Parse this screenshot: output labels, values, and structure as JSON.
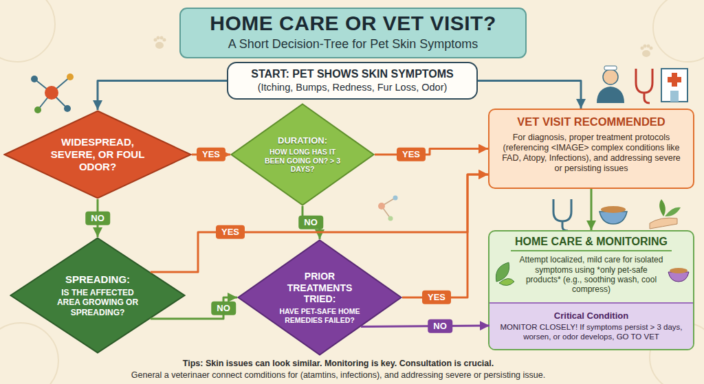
{
  "diagram": {
    "title": "HOME CARE OR VET VISIT?",
    "nodes": [
      {
        "text": [
          "START: PET SHOWS SKIN SYMPTOMS",
          "(Itching, Bumps, Redness, Fur Loss, Odor)"
        ]
      },
      {
        "text": [
          "WIDESPREAD, SEVERE, OR FOUL ODOR?"
        ]
      },
      {
        "text": [
          "DURATION:",
          "HOW LONG HAS IT BEEN GOING ON? > 3 DAYS?"
        ]
      },
      {
        "text": [
          "VET VISIT RECOMMENDED",
          "For diagnosis, proper treatment protocols (referencing <IMAGE> complex conditions like FAD, Atopy, Infections), and addressing severe or persisting issues"
        ]
      },
      {
        "text": [
          "SPREADING:",
          "IS THE AFFECTED AREA GROWING OR SPREADING?"
        ]
      },
      {
        "text": [
          "PRIOR TREATMENTS TRIED:",
          "HAVE PET-SAFE HOME REMEDIES FAILED?"
        ]
      },
      {
        "text": [
          "HOME CARE & MONITORING",
          "Attempt localized, mild care for isolated symptoms using *only pet-safe products* (e.g., soothing wash, cool compress)"
        ]
      },
      {
        "text": [
          "Critical Condition",
          "MONITOR CLOSELY! If symptoms persist > 3 days, worsen, or odor develops, GO TO VET"
        ],
        "in": 6
      }
    ],
    "edges": [
      {
        "from": 0,
        "to": 1,
        "arrow": "to"
      },
      {
        "from": 0,
        "to": 3,
        "arrow": "to"
      },
      {
        "from": 1,
        "to": 2,
        "label": "YES",
        "arrow": "to"
      },
      {
        "from": 2,
        "to": 3,
        "label": "YES",
        "arrow": "to"
      },
      {
        "from": 1,
        "to": 4,
        "label": "NO",
        "arrow": "to"
      },
      {
        "from": 2,
        "to": 5,
        "label": "NO",
        "arrow": "to"
      },
      {
        "from": 4,
        "to": 3,
        "label": "YES",
        "arrow": "to"
      },
      {
        "from": 4,
        "to": 5,
        "label": "NO",
        "arrow": "to"
      },
      {
        "from": 5,
        "to": 3,
        "label": "YES",
        "arrow": "to"
      },
      {
        "from": 5,
        "to": 7,
        "label": "NO",
        "arrow": "to"
      },
      {
        "from": 3,
        "to": 6,
        "arrow": "to"
      }
    ],
    "labels": [
      "A Short Decision-Tree for Pet Skin Symptoms",
      "Tips: Skin issues can look similar. Monitoring is key. Consultation is crucial.",
      "General a veterinaer connect comditions for (atamtins, infections), and addressing severe or persisting issue."
    ]
  }
}
